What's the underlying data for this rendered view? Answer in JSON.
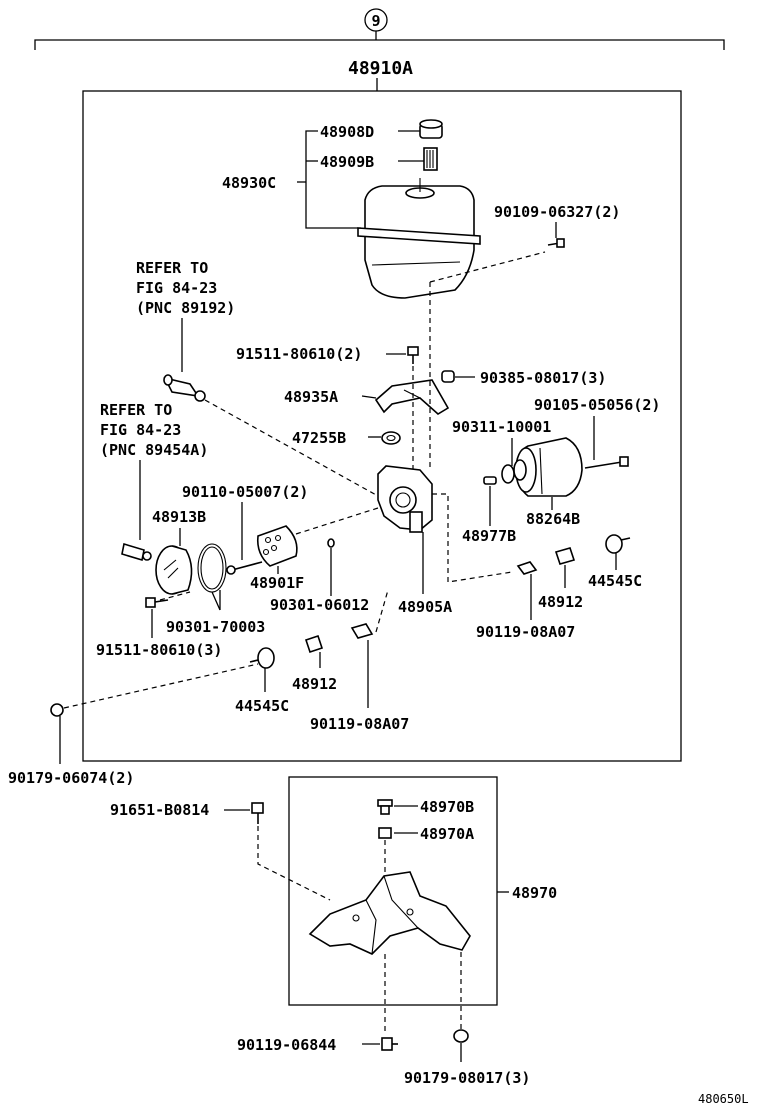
{
  "header": {
    "index_number": "9",
    "assembly": "48910A"
  },
  "notes": {
    "refer_upper": [
      "REFER TO",
      "FIG 84-23",
      "(PNC 89192)"
    ],
    "refer_lower": [
      "REFER TO",
      "FIG 84-23",
      "(PNC 89454A)"
    ]
  },
  "labels": {
    "p48908D": "48908D",
    "p48909B": "48909B",
    "p48930C": "48930C",
    "p90109": "90109-06327(2)",
    "p91511a": "91511-80610(2)",
    "p90385": "90385-08017(3)",
    "p48935A": "48935A",
    "p90105": "90105-05056(2)",
    "p47255B": "47255B",
    "p90311": "90311-10001",
    "p90110": "90110-05007(2)",
    "p48913B": "48913B",
    "p88264B": "88264B",
    "p48977B": "48977B",
    "p48901F": "48901F",
    "p44545Cr": "44545C",
    "p48912r": "48912",
    "p90301a": "90301-06012",
    "p48905A": "48905A",
    "p90301b": "90301-70003",
    "p90119r": "90119-08A07",
    "p91511b": "91511-80610(3)",
    "p48912l": "48912",
    "p44545Cl": "44545C",
    "p90119l": "90119-08A07",
    "p90179a": "90179-06074(2)",
    "p91651": "91651-B0814",
    "p48970B": "48970B",
    "p48970A": "48970A",
    "p48970": "48970",
    "p90119b": "90119-06844",
    "p90179b": "90179-08017(3)"
  },
  "figure_id": "480650L"
}
